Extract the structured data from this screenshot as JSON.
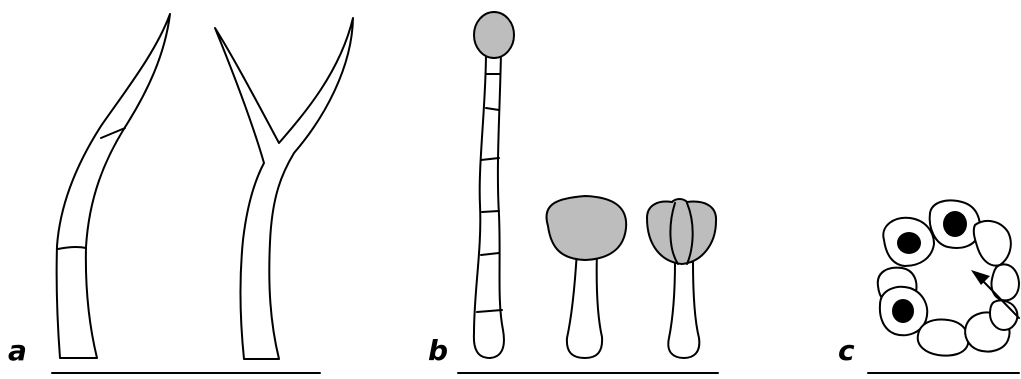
{
  "colors": {
    "outline": "#000000",
    "fill_gray": "#bdbdbd",
    "nucleus": "#000000",
    "scale_bar": "#bdbdbd",
    "background": "#ffffff"
  },
  "panels": {
    "a": {
      "label": "a"
    },
    "b": {
      "label": "b"
    },
    "c": {
      "label": "c"
    }
  }
}
